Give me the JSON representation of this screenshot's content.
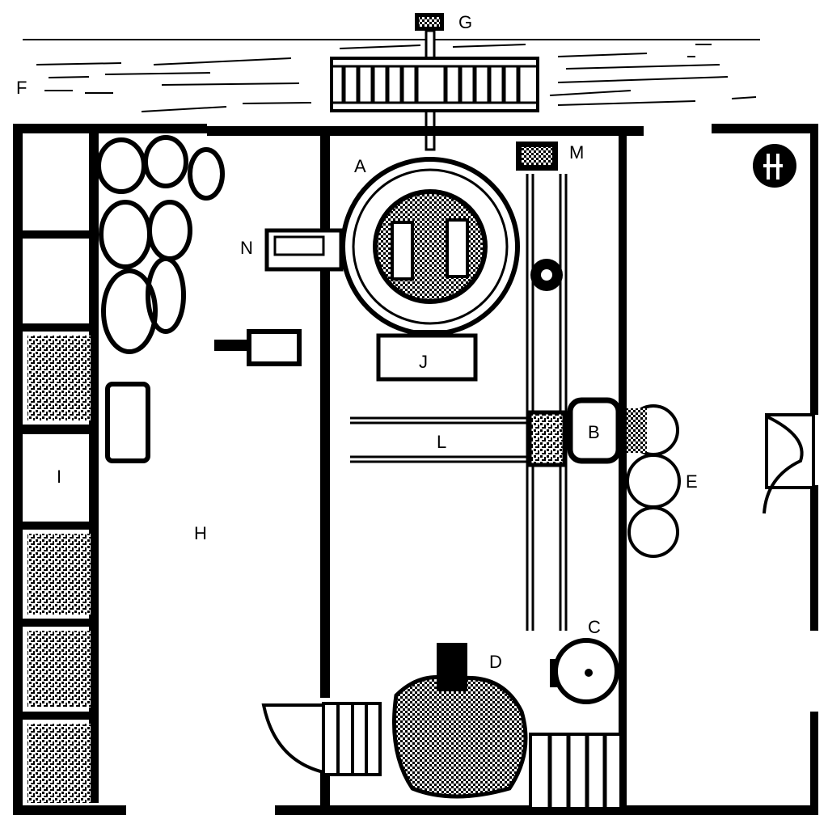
{
  "diagram": {
    "type": "floor-plan",
    "labels": {
      "A": "A",
      "B": "B",
      "C": "C",
      "D": "D",
      "E": "E",
      "F": "F",
      "G": "G",
      "H": "H",
      "I": "I",
      "J": "J",
      "L": "L",
      "M": "M",
      "N": "N"
    },
    "colors": {
      "ink": "#000000",
      "paper": "#ffffff"
    }
  }
}
